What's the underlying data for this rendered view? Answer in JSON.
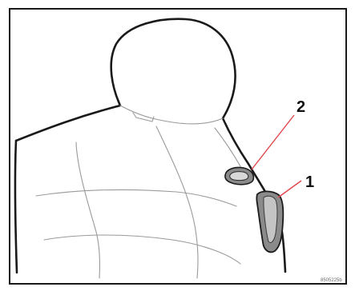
{
  "callouts": [
    {
      "number": "1",
      "part": "lever"
    },
    {
      "number": "2",
      "part": "knob"
    }
  ],
  "image_code": "8505225b",
  "colors": {
    "leader_line": "#e0464b",
    "outline": "#1a1a1a",
    "seam": "#9a9a9a",
    "part_fill": "#8a8a8a"
  }
}
